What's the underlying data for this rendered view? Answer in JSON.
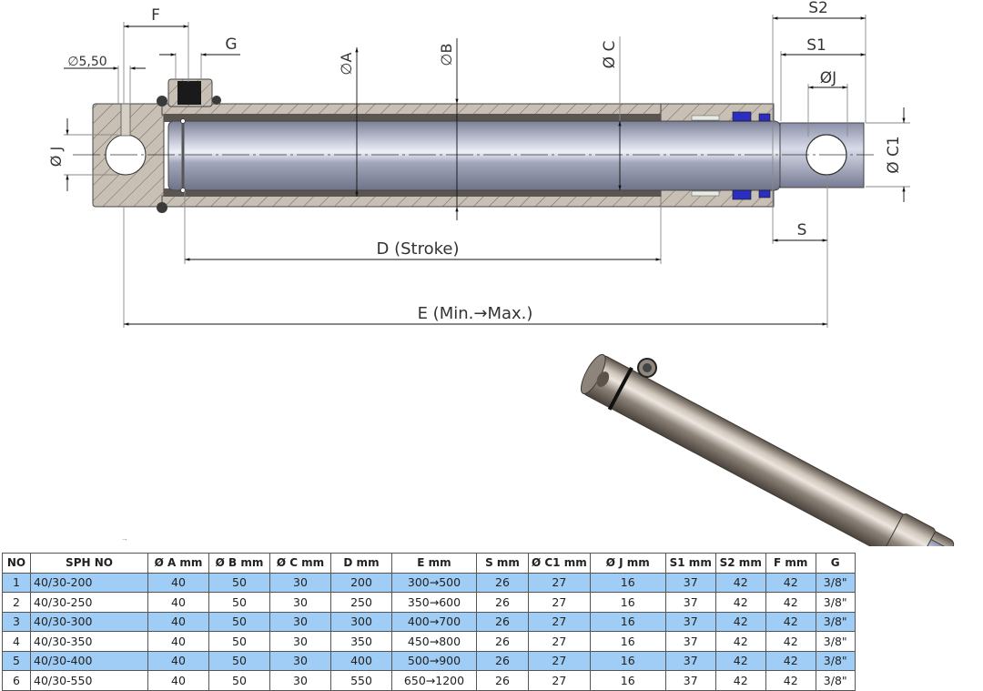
{
  "drawing": {
    "labels": {
      "F": "F",
      "G": "G",
      "hole_dia": "∅5,50",
      "A": "∅A",
      "B": "∅B",
      "C": "Ø C",
      "J_left": "Ø J",
      "S2": "S2",
      "S1": "S1",
      "J_right": "ØJ",
      "C1": "Ø C1",
      "S": "S",
      "stroke": "D (Stroke)",
      "E": "E (Min.→Max.)"
    },
    "colors": {
      "hatch_fill": "#c8c0b4",
      "rod": "#9ea3b8",
      "seal_blue": "#2b2fbf",
      "table_highlight": "#9fcdf5"
    }
  },
  "table": {
    "arrow_mark": "→",
    "headers": [
      "NO",
      "SPH NO",
      "Ø A mm",
      "Ø B mm",
      "Ø C mm",
      "D mm",
      "E mm",
      "S mm",
      "Ø C1 mm",
      "Ø J mm",
      "S1 mm",
      "S2 mm",
      "F mm",
      "G"
    ],
    "rows": [
      [
        "1",
        "40/30-200",
        "40",
        "50",
        "30",
        "200",
        "300→500",
        "26",
        "27",
        "16",
        "37",
        "42",
        "42",
        "3/8\""
      ],
      [
        "2",
        "40/30-250",
        "40",
        "50",
        "30",
        "250",
        "350→600",
        "26",
        "27",
        "16",
        "37",
        "42",
        "42",
        "3/8\""
      ],
      [
        "3",
        "40/30-300",
        "40",
        "50",
        "30",
        "300",
        "400→700",
        "26",
        "27",
        "16",
        "37",
        "42",
        "42",
        "3/8\""
      ],
      [
        "4",
        "40/30-350",
        "40",
        "50",
        "30",
        "350",
        "450→800",
        "26",
        "27",
        "16",
        "37",
        "42",
        "42",
        "3/8\""
      ],
      [
        "5",
        "40/30-400",
        "40",
        "50",
        "30",
        "400",
        "500→900",
        "26",
        "27",
        "16",
        "37",
        "42",
        "42",
        "3/8\""
      ],
      [
        "6",
        "40/30-550",
        "40",
        "50",
        "30",
        "550",
        "650→1200",
        "26",
        "27",
        "16",
        "37",
        "42",
        "42",
        "3/8\""
      ]
    ]
  }
}
